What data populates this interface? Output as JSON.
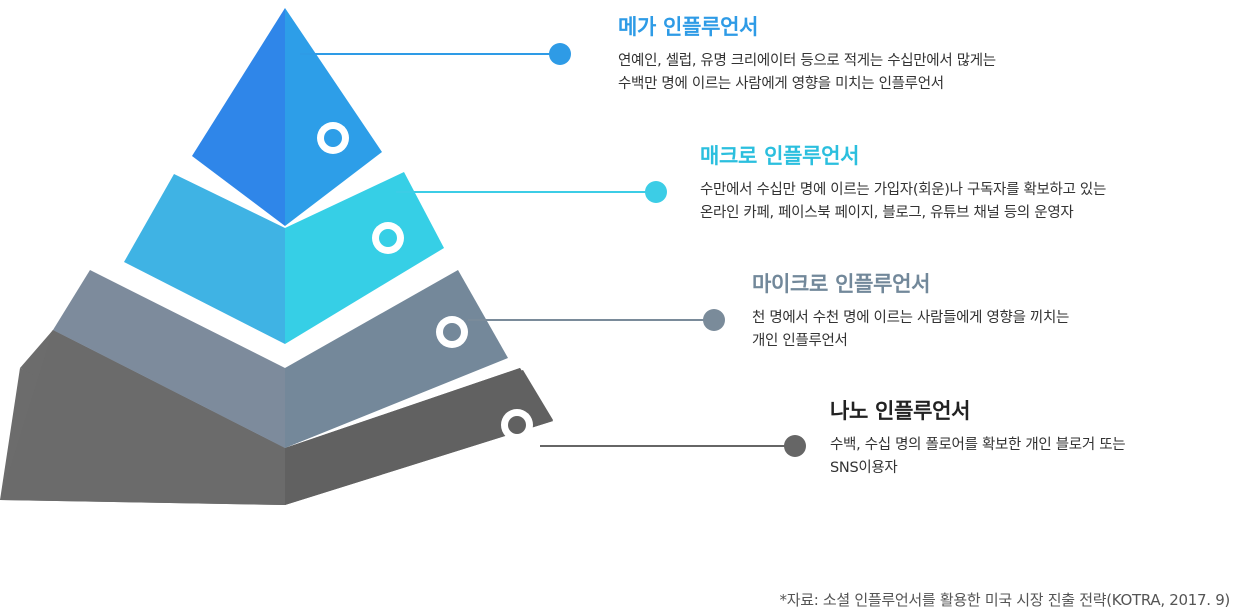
{
  "tiers": [
    {
      "title": "메가 인플루언서",
      "desc_lines": [
        "연예인, 셀럽, 유명 크리에이터 등으로 적게는 수십만에서 많게는",
        "수백만 명에 이르는 사람에게 영향을 미치는 인플루언서"
      ],
      "title_color": "#2e9be6",
      "dot_color": "#2e9be6"
    },
    {
      "title": "매크로 인플루언서",
      "desc_lines": [
        "수만에서 수십만 명에 이르는 가입자(회운)나 구독자를 확보하고 있는",
        "온라인 카페, 페이스북 페이지, 블로그, 유튜브 채널 등의 운영자"
      ],
      "title_color": "#2bbfde",
      "dot_color": "#3ccde6"
    },
    {
      "title": "마이크로 인플루언서",
      "desc_lines": [
        "천 명에서 수천 명에 이르는 사람들에게 영향을 끼치는",
        "개인 인플루언서"
      ],
      "title_color": "#72889a",
      "dot_color": "#7a8b9a"
    },
    {
      "title": "나노 인플루언서",
      "desc_lines": [
        "수백, 수십 명의 폴로어를 확보한 개인 블로거 또는",
        "SNS이용자"
      ],
      "title_color": "#222222",
      "dot_color": "#666666"
    }
  ],
  "source": "*자료: 소셜 인플루언서를 활용한 미국 시장 진출 전략(KOTRA, 2017. 9)"
}
